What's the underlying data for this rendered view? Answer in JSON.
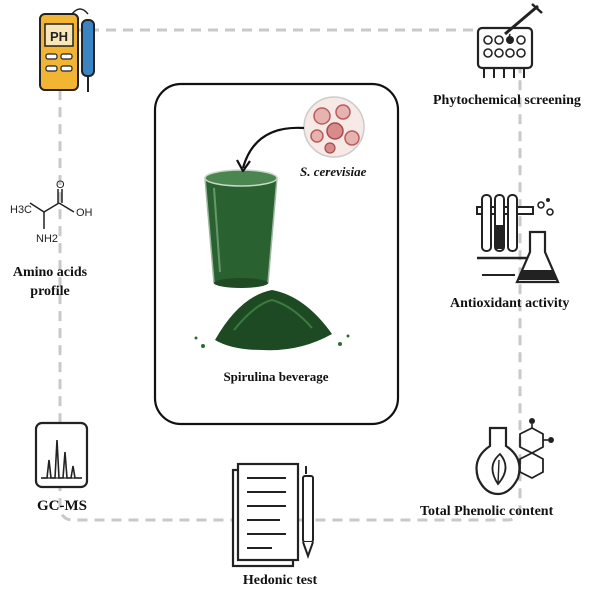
{
  "center": {
    "caption": "Spirulina beverage",
    "microorganism": "S. cerevisiae"
  },
  "methods": [
    {
      "id": "phytochemical",
      "label": "Phytochemical screening",
      "icon": "microplate-dropper-icon"
    },
    {
      "id": "antioxidant",
      "label": "Antioxidant activity",
      "icon": "test-tubes-flask-icon"
    },
    {
      "id": "phenolic",
      "label": "Total Phenolic content",
      "icon": "flask-leaf-molecule-icon"
    },
    {
      "id": "hedonic",
      "label": "Hedonic test",
      "icon": "clipboard-pen-icon"
    },
    {
      "id": "gcms",
      "label": "GC-MS",
      "icon": "chromatogram-icon"
    },
    {
      "id": "amino",
      "label_line1": "Amino acids",
      "label_line2": "profile",
      "icon": "alanine-structure-icon"
    },
    {
      "id": "ph",
      "label": "PH",
      "icon": "ph-meter-icon"
    }
  ],
  "alanine": {
    "methyl": "H3C",
    "hydroxyl": "OH",
    "carbonyl": "O",
    "amine": "NH2"
  },
  "colors": {
    "dashed_line": "#c9c9c9",
    "icon_stroke": "#222222",
    "ph_meter_body": "#f2b533",
    "ph_probe": "#3b84c4",
    "spirulina_dark": "#1d4a22",
    "spirulina_mid": "#2f6b34",
    "cell_pink": "#d98a8a"
  }
}
